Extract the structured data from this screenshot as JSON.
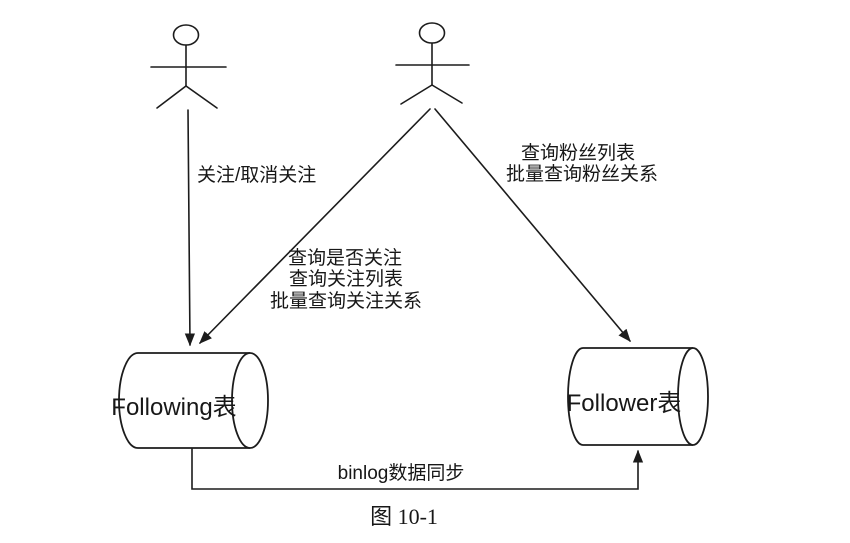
{
  "figure": {
    "caption": "图 10-1",
    "actors": [
      {
        "id": "user-left"
      },
      {
        "id": "user-right"
      }
    ],
    "stores": [
      {
        "label": "Following表"
      },
      {
        "label": "Follower表"
      }
    ],
    "edges": {
      "follow_action": "关注/取消关注",
      "following_queries": [
        "查询是否关注",
        "查询关注列表",
        "批量查询关注关系"
      ],
      "follower_queries": [
        "查询粉丝列表",
        "批量查询粉丝关系"
      ],
      "sync": "binlog数据同步"
    },
    "colors": {
      "stroke": "#1c1c1c",
      "background": "#ffffff"
    }
  }
}
